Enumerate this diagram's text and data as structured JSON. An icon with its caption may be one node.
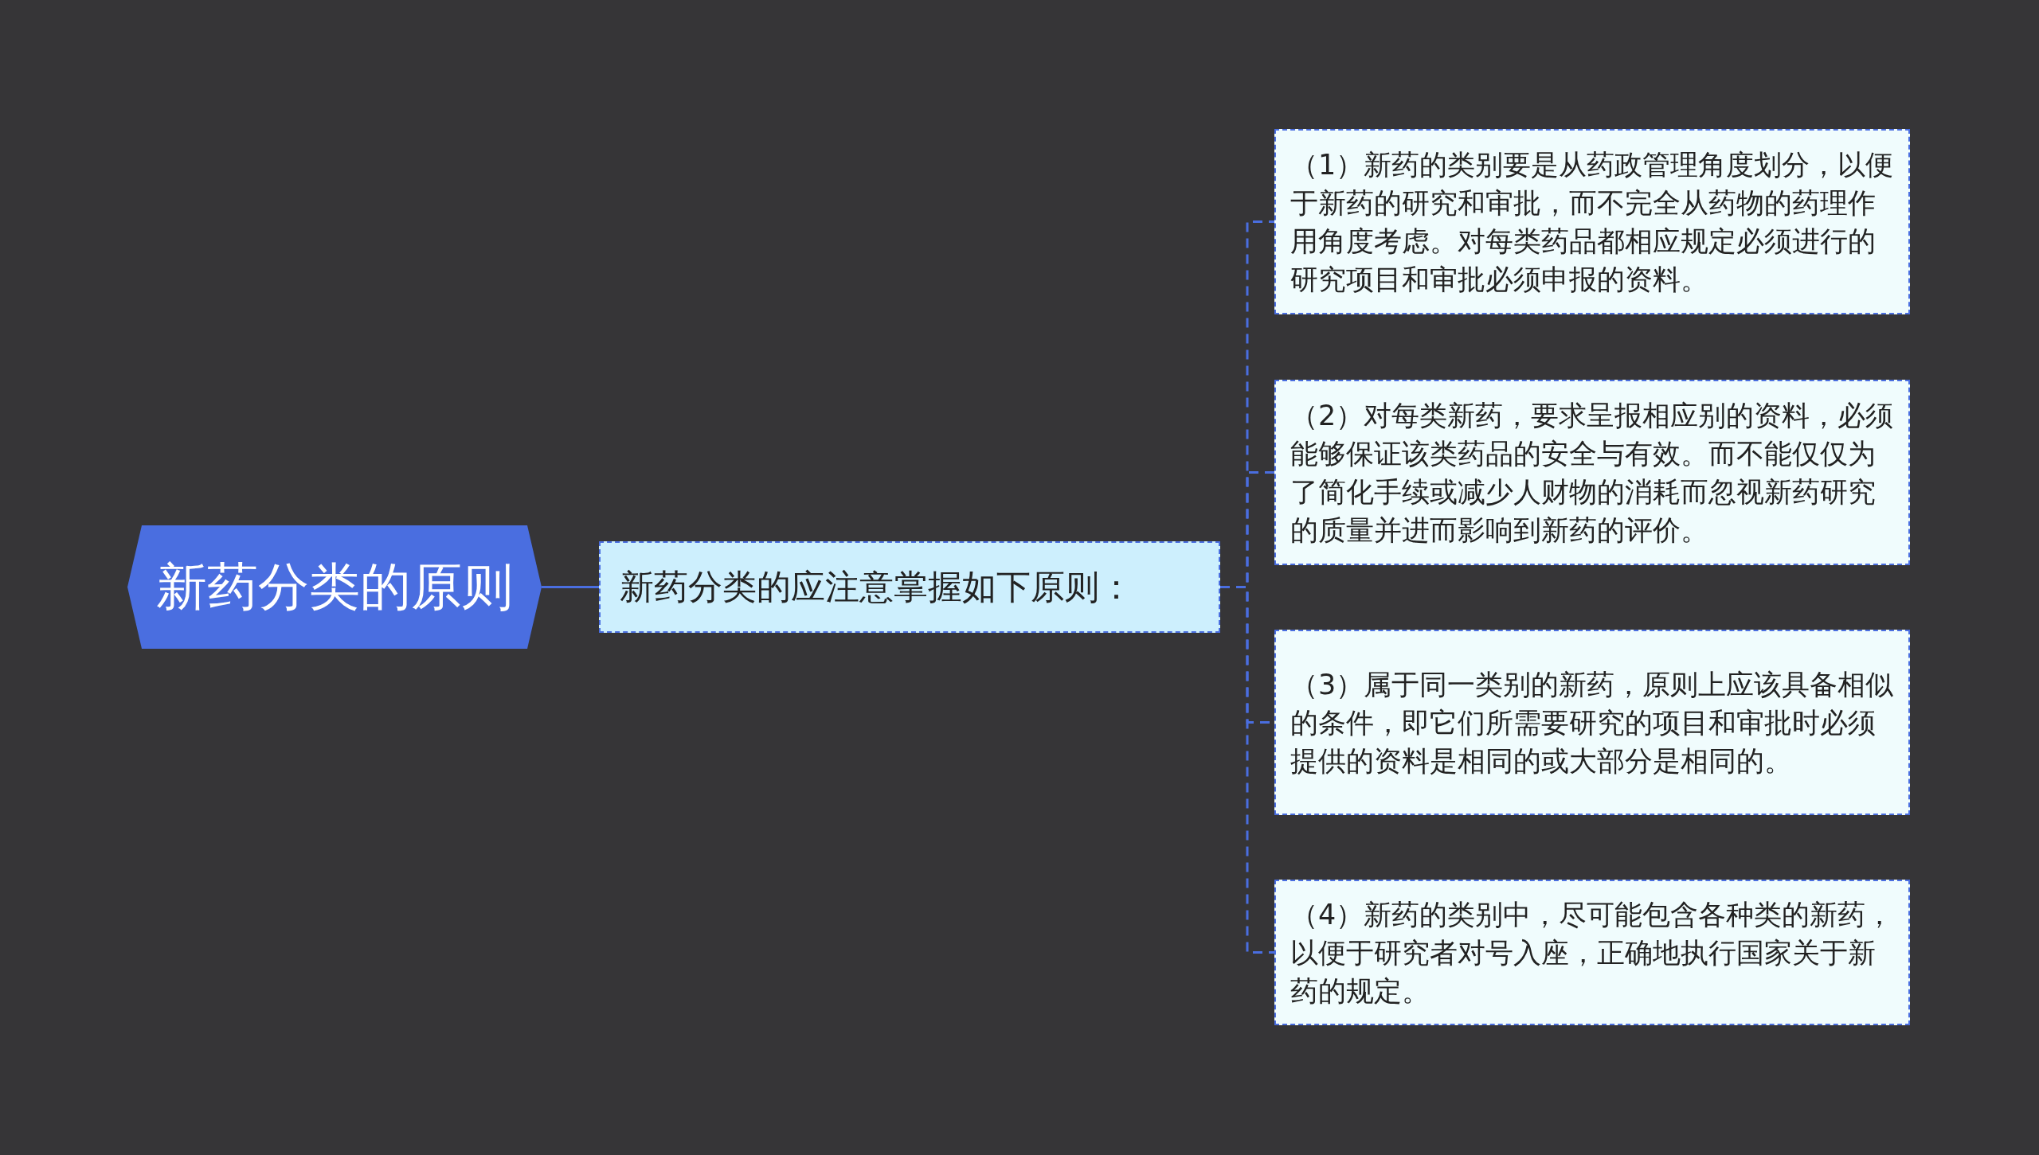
{
  "diagram": {
    "nodes": [
      {
        "text": [
          "新药分类的原则"
        ]
      },
      {
        "text": [
          "新药分类的应注意掌握如下原则："
        ]
      },
      {
        "text": [
          "（1）新药的类别要是从药政管理角度划分，以便于新药的研究和审批，而不完全从药物的药理作用角度考虑。对每类药品都相应规定必须进行的研究项目和审批必须申报的资料。"
        ]
      },
      {
        "text": [
          "（2）对每类新药，要求呈报相应别的资料，必须能够保证该类药品的安全与有效。而不能仅仅为了简化手续或减少人财物的消耗而忽视新药研究的质量并进而影响到新药的评价。"
        ]
      },
      {
        "text": [
          "（3）属于同一类别的新药，原则上应该具备相似的条件，即它们所需要研究的项目和审批时必须提供的资料是相同的或大部分是相同的。"
        ]
      },
      {
        "text": [
          "（4）新药的类别中，尽可能包含各种类的新药，以便于研究者对号入座，正确地执行国家关于新药的规定。"
        ]
      }
    ],
    "edges": [
      {
        "from": 0,
        "to": 1,
        "arrow": "none"
      },
      {
        "from": 1,
        "to": 2,
        "arrow": "none",
        "style": "dashed"
      },
      {
        "from": 1,
        "to": 3,
        "arrow": "none",
        "style": "dashed"
      },
      {
        "from": 1,
        "to": 4,
        "arrow": "none",
        "style": "dashed"
      },
      {
        "from": 1,
        "to": 5,
        "arrow": "none",
        "style": "dashed"
      }
    ]
  }
}
